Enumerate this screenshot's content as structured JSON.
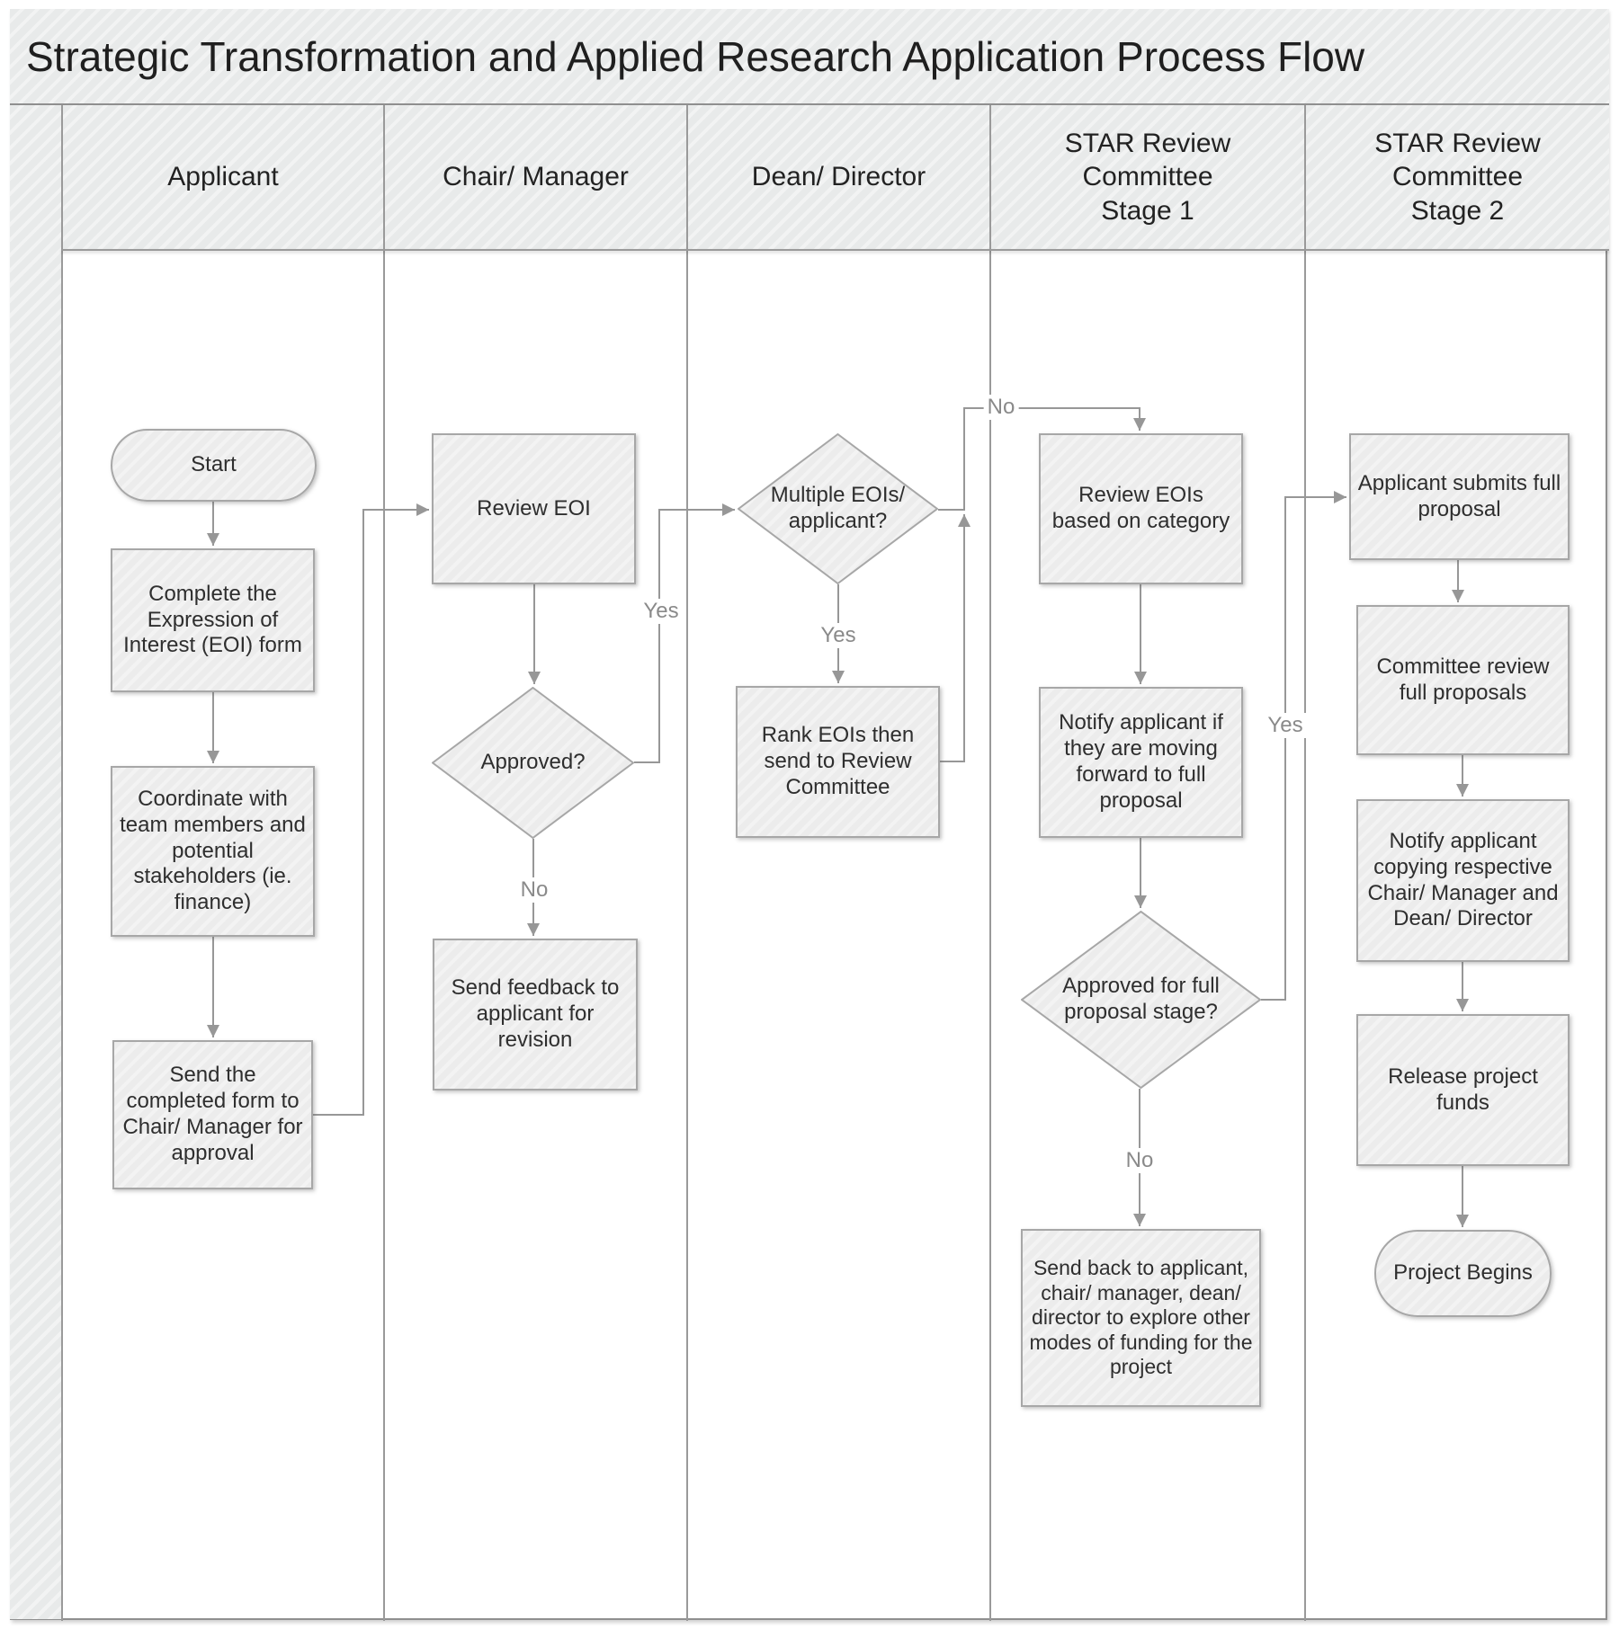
{
  "title": "Strategic Transformation and Applied Research Application Process Flow",
  "lanes": [
    {
      "label": "Applicant"
    },
    {
      "label": "Chair/ Manager"
    },
    {
      "label": "Dean/ Director"
    },
    {
      "label": "STAR Review Committee Stage 1"
    },
    {
      "label": "STAR Review Committee Stage 2"
    }
  ],
  "nodes": {
    "start": {
      "label": "Start",
      "type": "terminator"
    },
    "eoi": {
      "label": "Complete the Expression of Interest (EOI) form",
      "type": "process"
    },
    "coordinate": {
      "label": "Coordinate with team members and potential stakeholders (ie. finance)",
      "type": "process"
    },
    "send_form": {
      "label": "Send the completed form to Chair/ Manager for approval",
      "type": "process"
    },
    "review_eoi": {
      "label": "Review EOI",
      "type": "process"
    },
    "approved": {
      "label": "Approved?",
      "type": "decision"
    },
    "send_feedback": {
      "label": "Send feedback to applicant for revision",
      "type": "process"
    },
    "multiple_eois": {
      "label": "Multiple EOIs/ applicant?",
      "type": "decision"
    },
    "rank_eois": {
      "label": "Rank EOIs then send to Review Committee",
      "type": "process"
    },
    "review_category": {
      "label": "Review EOIs based on category",
      "type": "process"
    },
    "notify_forward": {
      "label": "Notify applicant if they are moving forward to full proposal",
      "type": "process"
    },
    "approved_full": {
      "label": "Approved for full proposal stage?",
      "type": "decision"
    },
    "send_back": {
      "label": "Send back to applicant, chair/ manager, dean/ director to explore other modes of funding for the project",
      "type": "process"
    },
    "submit_full": {
      "label": "Applicant submits full proposal",
      "type": "process"
    },
    "committee_review": {
      "label": "Committee review full proposals",
      "type": "process"
    },
    "notify_copy": {
      "label": "Notify applicant copying respective Chair/ Manager and Dean/ Director",
      "type": "process"
    },
    "release_funds": {
      "label": "Release project funds",
      "type": "process"
    },
    "project_begins": {
      "label": "Project Begins",
      "type": "terminator"
    }
  },
  "edge_labels": {
    "approved_yes": "Yes",
    "approved_no": "No",
    "multiple_yes": "Yes",
    "multiple_no": "No",
    "full_yes": "Yes",
    "full_no": "No"
  },
  "colors": {
    "lane_border": "#9a9a9a",
    "shape_border": "#a7a7a7",
    "shape_fill": "#ececec",
    "connector": "#979797",
    "text": "#2e2e2e",
    "label_text": "#8a8a8a"
  }
}
